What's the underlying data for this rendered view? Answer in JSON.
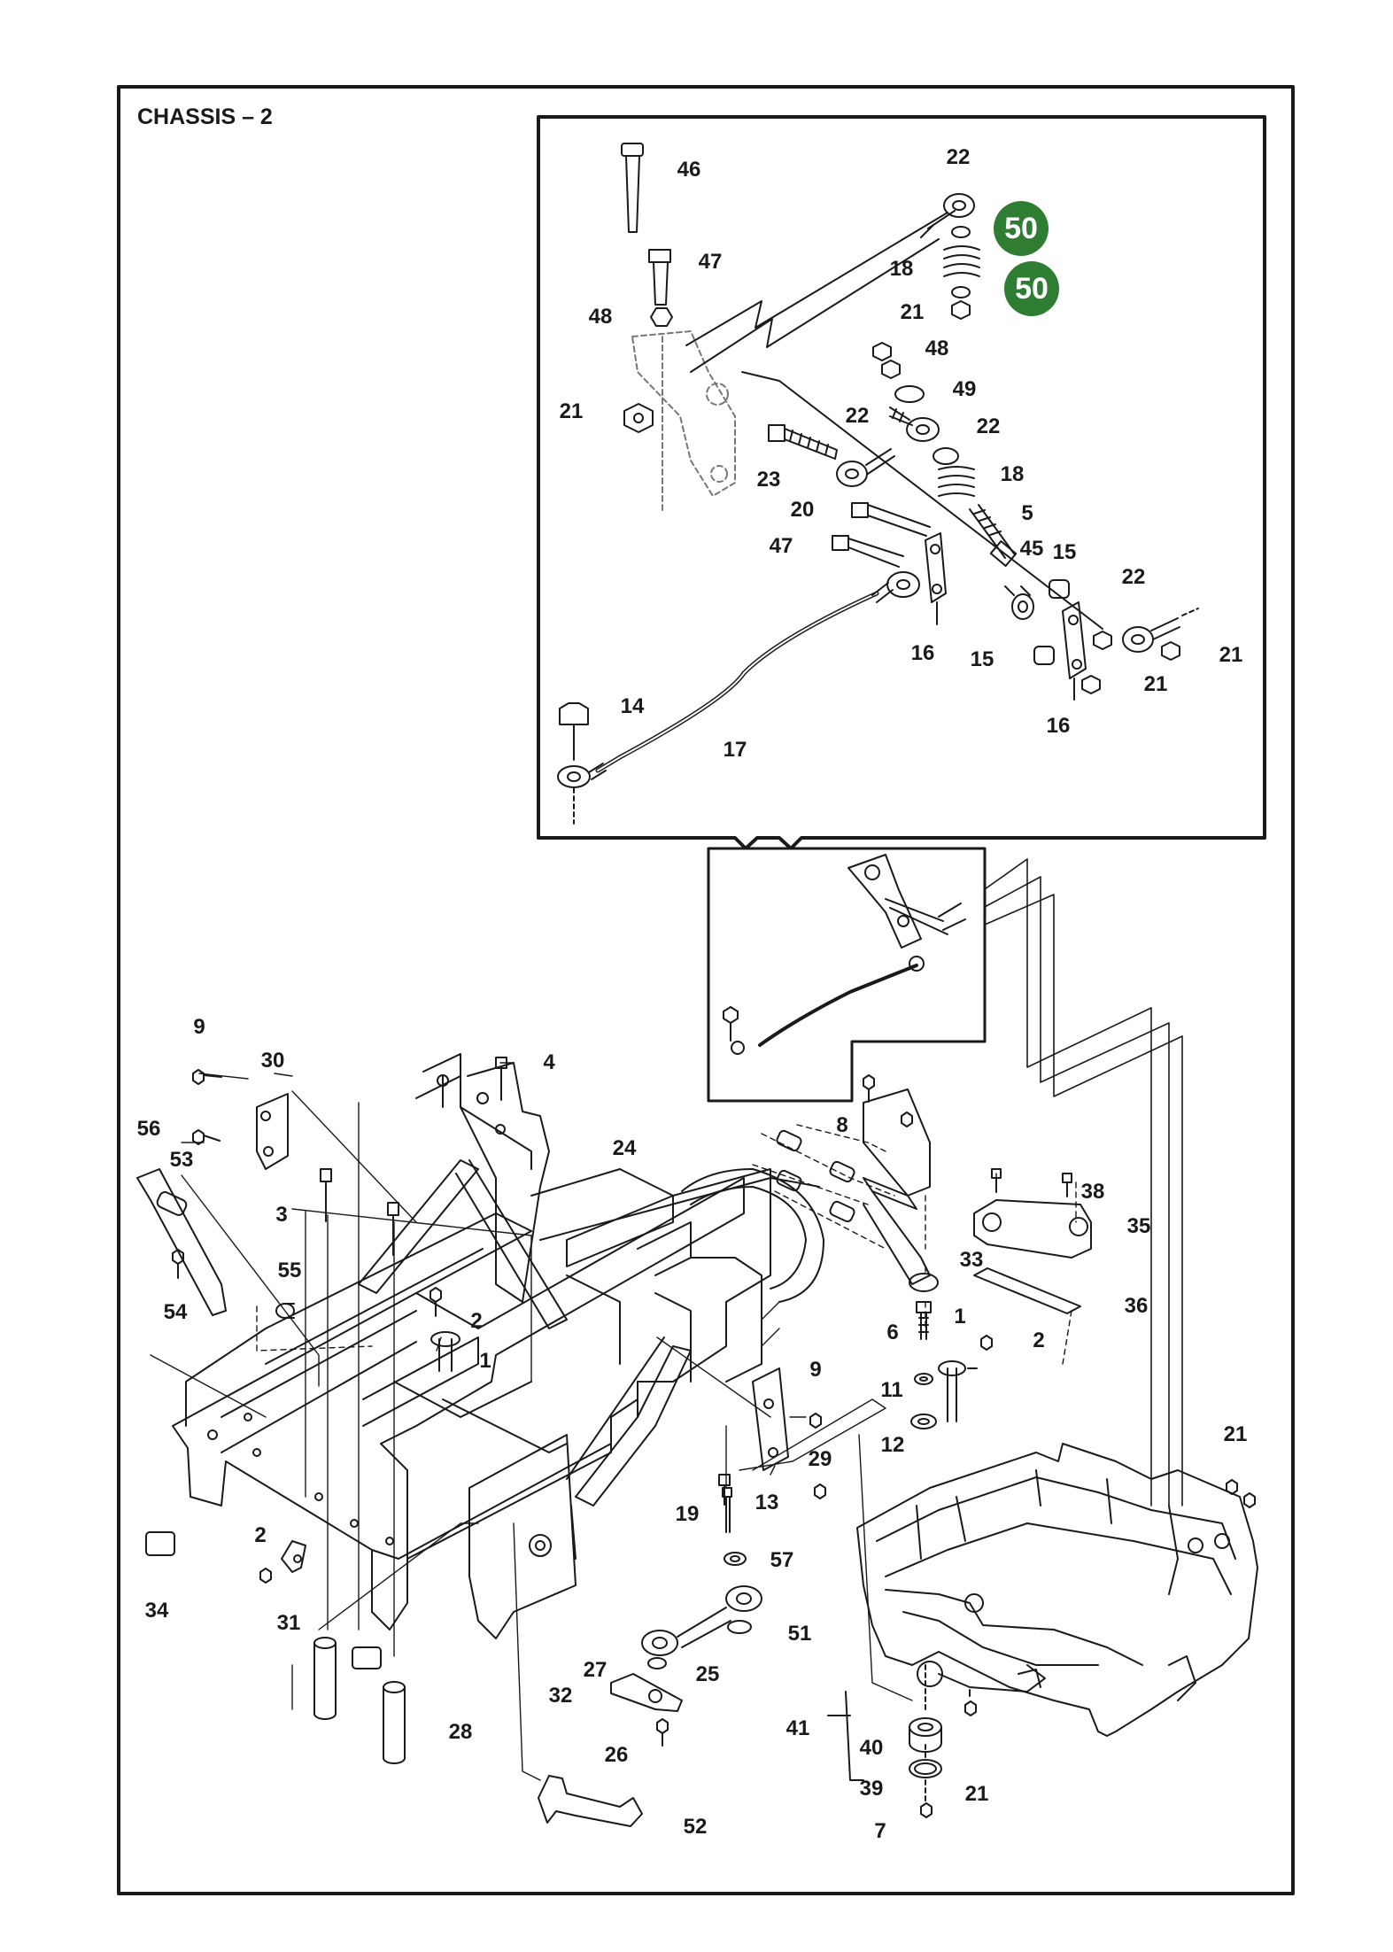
{
  "title": "CHASSIS – 2",
  "accent_color": "#2e7d32",
  "callouts": [
    {
      "n": "46"
    },
    {
      "n": "47"
    },
    {
      "n": "48"
    },
    {
      "n": "21"
    },
    {
      "n": "22"
    },
    {
      "n": "18"
    },
    {
      "n": "21"
    },
    {
      "n": "48"
    },
    {
      "n": "49"
    },
    {
      "n": "22"
    },
    {
      "n": "22"
    },
    {
      "n": "23"
    },
    {
      "n": "18"
    },
    {
      "n": "20"
    },
    {
      "n": "5"
    },
    {
      "n": "47"
    },
    {
      "n": "45"
    },
    {
      "n": "15"
    },
    {
      "n": "22"
    },
    {
      "n": "16"
    },
    {
      "n": "15"
    },
    {
      "n": "21"
    },
    {
      "n": "21"
    },
    {
      "n": "16"
    },
    {
      "n": "14"
    },
    {
      "n": "17"
    },
    {
      "n": "9"
    },
    {
      "n": "30"
    },
    {
      "n": "4"
    },
    {
      "n": "56"
    },
    {
      "n": "53"
    },
    {
      "n": "3"
    },
    {
      "n": "55"
    },
    {
      "n": "54"
    },
    {
      "n": "2"
    },
    {
      "n": "1"
    },
    {
      "n": "24"
    },
    {
      "n": "8"
    },
    {
      "n": "38"
    },
    {
      "n": "35"
    },
    {
      "n": "33"
    },
    {
      "n": "36"
    },
    {
      "n": "6"
    },
    {
      "n": "1"
    },
    {
      "n": "2"
    },
    {
      "n": "9"
    },
    {
      "n": "11"
    },
    {
      "n": "12"
    },
    {
      "n": "29"
    },
    {
      "n": "13"
    },
    {
      "n": "21"
    },
    {
      "n": "19"
    },
    {
      "n": "57"
    },
    {
      "n": "51"
    },
    {
      "n": "2"
    },
    {
      "n": "34"
    },
    {
      "n": "31"
    },
    {
      "n": "27"
    },
    {
      "n": "25"
    },
    {
      "n": "32"
    },
    {
      "n": "28"
    },
    {
      "n": "26"
    },
    {
      "n": "41"
    },
    {
      "n": "40"
    },
    {
      "n": "39"
    },
    {
      "n": "21"
    },
    {
      "n": "7"
    },
    {
      "n": "52"
    }
  ],
  "badges": [
    {
      "n": "50"
    },
    {
      "n": "50"
    }
  ]
}
